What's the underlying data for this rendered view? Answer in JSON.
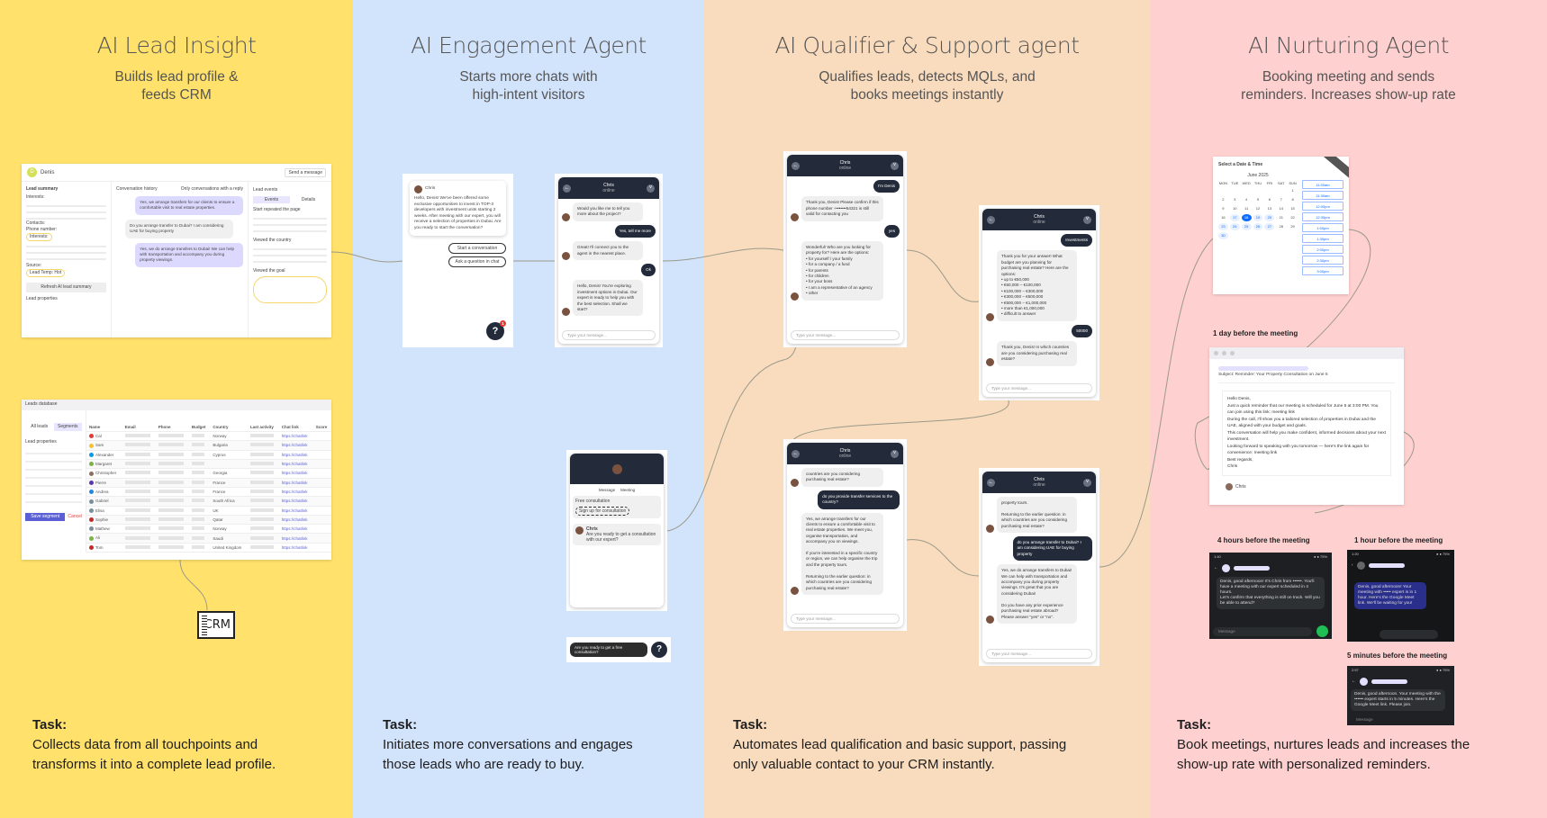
{
  "columns": [
    {
      "title": "AI Lead Insight",
      "subtitle": "Builds lead profile &\nfeeds CRM",
      "task_label": "Task:",
      "task": "Collects data from all touchpoints and\ntransforms it into a complete lead profile.",
      "color": "#FFE16B"
    },
    {
      "title": "AI Engagement Agent",
      "subtitle": "Starts more chats with\nhigh-intent visitors",
      "task_label": "Task:",
      "task": "Initiates more conversations and engages\nthose leads who are ready to buy.",
      "color": "#D2E3FC"
    },
    {
      "title": "AI Qualifier & Support agent",
      "subtitle": "Qualifies leads, detects MQLs, and\nbooks meetings instantly",
      "task_label": "Task:",
      "task": "Automates lead qualification and basic support, passing\nonly valuable contact to your CRM instantly.",
      "color": "#F9DBBD"
    },
    {
      "title": "AI Nurturing Agent",
      "subtitle": "Booking meeting and sends\nreminders. Increases show-up rate",
      "task_label": "Task:",
      "task": "Book meetings, nurtures leads and increases the\nshow-up rate with personalized reminders.",
      "color": "#FFD0D0"
    }
  ],
  "lead_profile": {
    "name": "Denis",
    "send_button": "Send a message",
    "summary_title": "Lead summary",
    "sections": [
      "Interests:",
      "Contacts:",
      "Phone number:",
      "Interests:",
      "Source:",
      "Lead Temp: Hot"
    ],
    "conversation_title": "Conversation history",
    "conv_toggle": "Only conversations with a reply",
    "messages": [
      "Yes, we arrange transfers for our clients to ensure a comfortable visit to real estate properties.",
      "Do you arrange transfer to Dubai? I am considering UAE for buying property",
      "Yes, we do arrange transfers to Dubai! We can help with transportation and accompany you during property viewings."
    ],
    "events_title": "Lead events",
    "tabs": [
      "Events",
      "Details"
    ],
    "events": [
      "Start repeated the page",
      "Viewed the country",
      "Viewed the goal"
    ],
    "refresh": "Refresh AI lead summary",
    "properties": "Lead properties"
  },
  "leads_table": {
    "title": "Leads database",
    "tabs": [
      "All leads",
      "Segments"
    ],
    "filter_label": "Lead properties",
    "save_button": "Save segment",
    "cancel_button": "Cancel",
    "columns": [
      "Name",
      "Email",
      "Phone",
      "Budget",
      "Country",
      "Last activity",
      "Chat link",
      "Score"
    ],
    "rows": [
      {
        "name": "Cal",
        "country": "Norway",
        "color": "#e53935"
      },
      {
        "name": "Sam",
        "country": "Bulgaria",
        "color": "#fbc02d"
      },
      {
        "name": "Alexander",
        "country": "Cyprus",
        "color": "#039be5"
      },
      {
        "name": "Margaret",
        "country": "",
        "color": "#7cb342"
      },
      {
        "name": "Christopher",
        "country": "Georgia",
        "color": "#8d6e63"
      },
      {
        "name": "Pierre",
        "country": "France",
        "color": "#5e35b1"
      },
      {
        "name": "Andrea",
        "country": "France",
        "color": "#1e88e5"
      },
      {
        "name": "Gabriel",
        "country": "South Africa",
        "color": "#78909c"
      },
      {
        "name": "Elisa",
        "country": "UK",
        "color": "#78909c"
      },
      {
        "name": "Sophie",
        "country": "Qatar",
        "color": "#c62828"
      },
      {
        "name": "Mathew",
        "country": "Norway",
        "color": "#78909c"
      },
      {
        "name": "Ali",
        "country": "Saudi",
        "color": "#7cb342"
      },
      {
        "name": "Tom",
        "country": "United Kingdom",
        "color": "#c62828"
      }
    ],
    "link_text": "https://chatlink"
  },
  "crm_icon": {
    "label": "CRM"
  },
  "engagement": {
    "popup_sender": "Chris",
    "popup_text": "Hello, Denis! We've been offered some exclusive opportunities to invest in TOP-3 developers with investment units starting 2 weeks. After meeting with our expert, you will receive a selection of properties in Dubai. Are you ready to start the conversation?",
    "popup_buttons": [
      "Start a conversation",
      "Ask a question in chat"
    ],
    "badge": "1",
    "chat_name": "Chris",
    "chat_status": "online",
    "chat_messages": [
      {
        "from": "bot",
        "text": "Would you like me to tell you more about the project?"
      },
      {
        "from": "user",
        "text": "Yes, tell me more"
      },
      {
        "from": "bot",
        "text": "Great! I'll connect you to the agent in the nearest place."
      },
      {
        "from": "user",
        "text": "Ok"
      },
      {
        "from": "bot",
        "text": "Hello, Denis! You're exploring investment options in Dubai. Our expert is ready to help you with the best selection. Shall we start?"
      }
    ],
    "input_placeholder": "Type your message...",
    "widget_tabs": [
      "Message",
      "Meeting"
    ],
    "widget_prompt": "Free consultation",
    "widget_button": "Sign up for consultation",
    "widget_sender": "Chris",
    "widget_preview": "Are you ready to get a consultation with our expert?",
    "toast": "Are you ready to get a free consultation?",
    "help_icon": "?"
  },
  "qualifier_chats": [
    {
      "name": "Chris",
      "status": "online",
      "messages": [
        {
          "from": "user",
          "text": "I'm Denis"
        },
        {
          "from": "bot",
          "text": "Thank you, Denis! Please confirm if this phone number +•••••••54321 is still valid for contacting you"
        },
        {
          "from": "user",
          "text": "yes"
        },
        {
          "from": "bot",
          "text": "Wonderful! Who are you looking for property for? Here are the options:\n• for yourself / your family\n• for a company / a fund\n• for parents\n• for children\n• for your boss\n• I am a representative of an agency\n• other"
        }
      ]
    },
    {
      "name": "Chris",
      "status": "online",
      "messages": [
        {
          "from": "user",
          "text": "Investments"
        },
        {
          "from": "bot",
          "text": "Thank you for your answer! What budget are you planning for purchasing real estate? Here are the options:\n• up to €50,000\n• €50,000 – €100,000\n• €100,000 – €300,000\n• €300,000 – €500,000\n• €500,000 – €1,000,000\n• more than €1,000,000\n• difficult to answer"
        },
        {
          "from": "user",
          "text": "50000"
        },
        {
          "from": "bot",
          "text": "Thank you, Denis! In which countries are you considering purchasing real estate?"
        }
      ]
    },
    {
      "name": "Chris",
      "status": "online",
      "messages": [
        {
          "from": "bot",
          "text": "countries are you considering purchasing real estate?"
        },
        {
          "from": "user",
          "text": "do you provide transfer services to the country?"
        },
        {
          "from": "bot",
          "text": "Yes, we arrange transfers for our clients to ensure a comfortable visit to real estate properties. We meet you, organise transportation, and accompany you on viewings.\n\nIf you're interested in a specific country or region, we can help organise the trip and the property tours.\n\nReturning to the earlier question: in which countries are you considering purchasing real estate?"
        }
      ]
    },
    {
      "name": "Chris",
      "status": "online",
      "messages": [
        {
          "from": "bot",
          "text": "property tours.\n\nReturning to the earlier question: in which countries are you considering purchasing real estate?"
        },
        {
          "from": "user",
          "text": "do you arrange transfer to Dubai? I am considering UAE for buying property"
        },
        {
          "from": "bot",
          "text": "Yes, we do arrange transfers to Dubai! We can help with transportation and accompany you during property viewings. It's great that you are considering Dubai!\n\nDo you have any prior experience purchasing real estate abroad? Please answer \"yes\" or \"no\"."
        }
      ]
    }
  ],
  "nurturing": {
    "calendar_title": "Select a Date & Time",
    "month": "June 2025",
    "weekdays": [
      "MON",
      "TUE",
      "WED",
      "THU",
      "FRI",
      "SAT",
      "SUN"
    ],
    "days": [
      "",
      "",
      "",
      "",
      "",
      "",
      "1",
      "2",
      "3",
      "4",
      "5",
      "6",
      "7",
      "8",
      "9",
      "10",
      "11",
      "12",
      "13",
      "14",
      "15",
      "16",
      "17",
      "18",
      "19",
      "20",
      "21",
      "22",
      "23",
      "24",
      "25",
      "26",
      "27",
      "28",
      "29",
      "30"
    ],
    "selected_day": "18",
    "available_days": [
      "17",
      "18",
      "19",
      "20",
      "23",
      "24",
      "25",
      "26",
      "27",
      "30"
    ],
    "times": [
      "11:00am",
      "11:30am",
      "12:00pm",
      "12:30pm",
      "1:00pm",
      "1:30pm",
      "2:00pm",
      "2:30pm",
      "3:00pm"
    ],
    "label_1day": "1 day before the meeting",
    "email_subject": "Subject: Reminder: Your Property Consultation on June 5",
    "email_body": "Hello Denis,\nJust a quick reminder that our meeting is scheduled for June 5 at 3:00 PM. You can join using this link: meeting link\nDuring the call, I'll show you a tailored selection of properties in Dubai and the UAE, aligned with your budget and goals.\nThis conversation will help you make confident, informed decisions about your next investment.\nLooking forward to speaking with you tomorrow — here's the link again for convenience: meeting link\nBest regards,\nChris",
    "email_sender": "Chris",
    "label_4h": "4 hours before the meeting",
    "sms_4h": "Denis, good afternoon! It's Chris from ••••••. You'll have a meeting with our expert scheduled in 4 hours.\nLet's confirm that everything is still on track. Will you be able to attend?",
    "label_1h": "1 hour before the meeting",
    "sms_1h": "Denis, good afternoon! Your meeting with ••••• expert is in 1 hour. Here's the Google Meet link. We'll be waiting for you!",
    "label_5m": "5 minutes before the meeting",
    "sms_5m": "Denis, good afternoon. Your meeting with the •••••• expert starts in 5 minutes. Here's the Google Meet link. Please join.",
    "message_placeholder": "Message"
  }
}
